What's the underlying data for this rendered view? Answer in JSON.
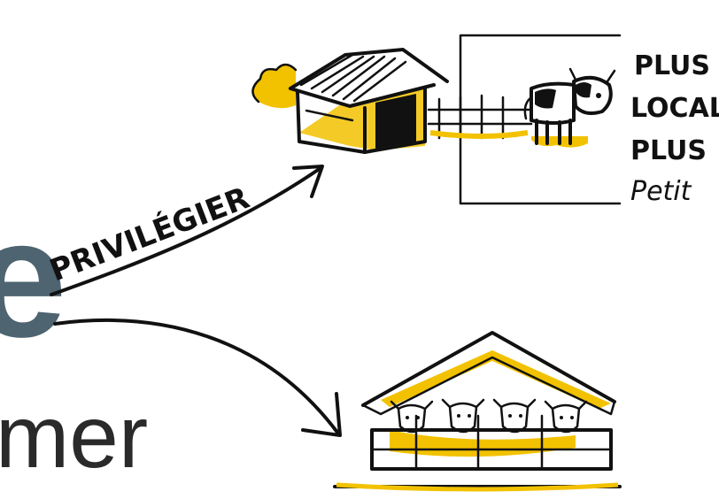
{
  "left_text": {
    "letter_e": "e",
    "word_mer": "mer"
  },
  "arrow_label": "PRIVILÉGIER",
  "small_farm_caption": [
    "PLUS",
    "LOCAL",
    "PLUS",
    "Petit"
  ],
  "colors": {
    "ink": "#111111",
    "accent_yellow": "#f2c200",
    "slate_letter": "#4e6470",
    "grey_text": "#2a2a2a"
  },
  "icons": [
    "barn-icon",
    "cow-icon",
    "fence-icon",
    "bush-icon",
    "factory-farm-icon"
  ]
}
